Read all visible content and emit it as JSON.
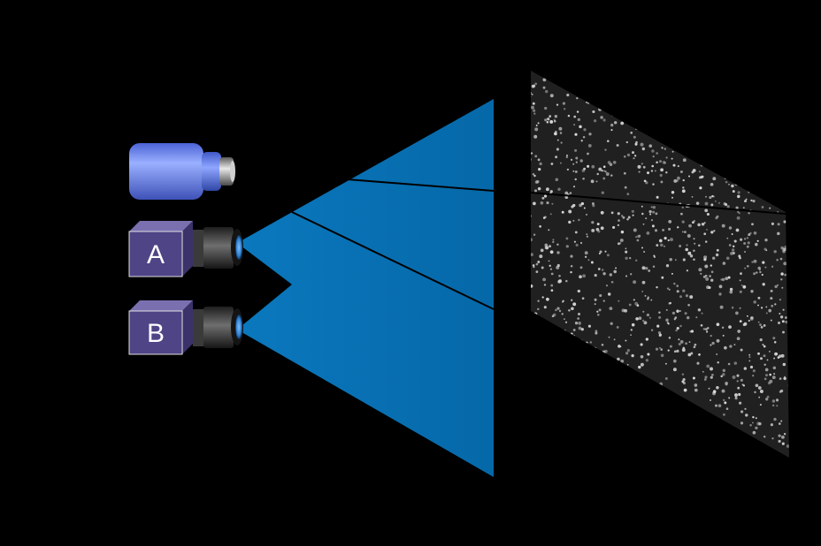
{
  "diagram": {
    "colors": {
      "background": "#000000",
      "light_sheet": "#0A72B6",
      "light_sheet_dark": "#0568A8",
      "projector_body": "#6B86F0",
      "camera_body": "#4E4486",
      "camera_top": "#7A70B0",
      "camera_side": "#3A3268",
      "lens_dark": "#2A2A2A",
      "lens_glass": "#3C8FE0",
      "speckle": "#D8D8D8",
      "plane_divider": "#000000"
    },
    "projector": {
      "icon": "projector-icon"
    },
    "cameras": [
      {
        "label": "A",
        "icon": "camera-icon"
      },
      {
        "label": "B",
        "icon": "camera-icon"
      }
    ],
    "speckle_pattern": {
      "icon": "random-speckle-pattern"
    }
  }
}
